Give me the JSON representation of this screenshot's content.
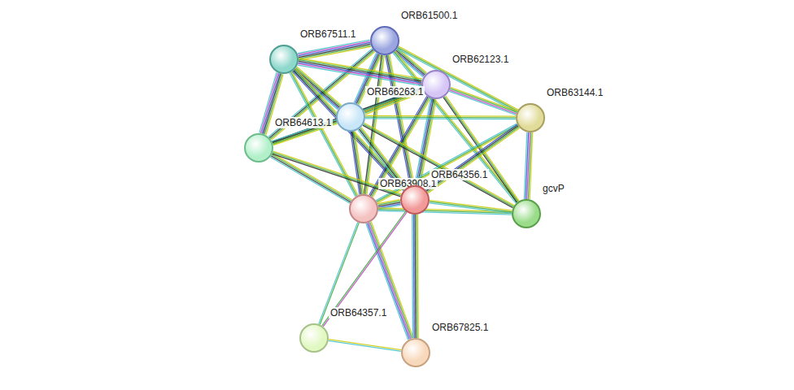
{
  "diagram": {
    "nodes": [
      {
        "text": [
          "ORB61500.1"
        ]
      },
      {
        "text": [
          "ORB67511.1"
        ]
      },
      {
        "text": [
          "ORB62123.1"
        ]
      },
      {
        "text": [
          "ORB66263.1"
        ]
      },
      {
        "text": [
          "ORB63144.1"
        ]
      },
      {
        "text": [
          "ORB64613.1"
        ]
      },
      {
        "text": [
          "ORB63908.1"
        ]
      },
      {
        "text": [
          "ORB64356.1"
        ]
      },
      {
        "text": [
          "gcvP"
        ]
      },
      {
        "text": [
          "ORB64357.1"
        ]
      },
      {
        "text": [
          "ORB67825.1"
        ]
      }
    ],
    "edges": [
      {
        "from": 0,
        "to": 1,
        "arrow": "none"
      },
      {
        "from": 0,
        "to": 2,
        "arrow": "none"
      },
      {
        "from": 0,
        "to": 3,
        "arrow": "none"
      },
      {
        "from": 0,
        "to": 4,
        "arrow": "none"
      },
      {
        "from": 0,
        "to": 5,
        "arrow": "none"
      },
      {
        "from": 0,
        "to": 6,
        "arrow": "none"
      },
      {
        "from": 0,
        "to": 7,
        "arrow": "none"
      },
      {
        "from": 0,
        "to": 8,
        "arrow": "none"
      },
      {
        "from": 1,
        "to": 2,
        "arrow": "none"
      },
      {
        "from": 1,
        "to": 3,
        "arrow": "none"
      },
      {
        "from": 1,
        "to": 5,
        "arrow": "none"
      },
      {
        "from": 1,
        "to": 6,
        "arrow": "none"
      },
      {
        "from": 1,
        "to": 7,
        "arrow": "none"
      },
      {
        "from": 2,
        "to": 3,
        "arrow": "none"
      },
      {
        "from": 2,
        "to": 4,
        "arrow": "none"
      },
      {
        "from": 2,
        "to": 5,
        "arrow": "none"
      },
      {
        "from": 2,
        "to": 6,
        "arrow": "none"
      },
      {
        "from": 2,
        "to": 7,
        "arrow": "none"
      },
      {
        "from": 2,
        "to": 8,
        "arrow": "none"
      },
      {
        "from": 3,
        "to": 4,
        "arrow": "none"
      },
      {
        "from": 3,
        "to": 5,
        "arrow": "none"
      },
      {
        "from": 3,
        "to": 6,
        "arrow": "none"
      },
      {
        "from": 3,
        "to": 7,
        "arrow": "none"
      },
      {
        "from": 3,
        "to": 8,
        "arrow": "none"
      },
      {
        "from": 4,
        "to": 6,
        "arrow": "none"
      },
      {
        "from": 4,
        "to": 7,
        "arrow": "none"
      },
      {
        "from": 4,
        "to": 8,
        "arrow": "none"
      },
      {
        "from": 5,
        "to": 6,
        "arrow": "none"
      },
      {
        "from": 5,
        "to": 7,
        "arrow": "none"
      },
      {
        "from": 6,
        "to": 7,
        "arrow": "none"
      },
      {
        "from": 6,
        "to": 8,
        "arrow": "none"
      },
      {
        "from": 6,
        "to": 9,
        "arrow": "none"
      },
      {
        "from": 6,
        "to": 10,
        "arrow": "none"
      },
      {
        "from": 7,
        "to": 8,
        "arrow": "none"
      },
      {
        "from": 7,
        "to": 9,
        "arrow": "none"
      },
      {
        "from": 7,
        "to": 10,
        "arrow": "none"
      },
      {
        "from": 9,
        "to": 10,
        "arrow": "none"
      }
    ]
  }
}
